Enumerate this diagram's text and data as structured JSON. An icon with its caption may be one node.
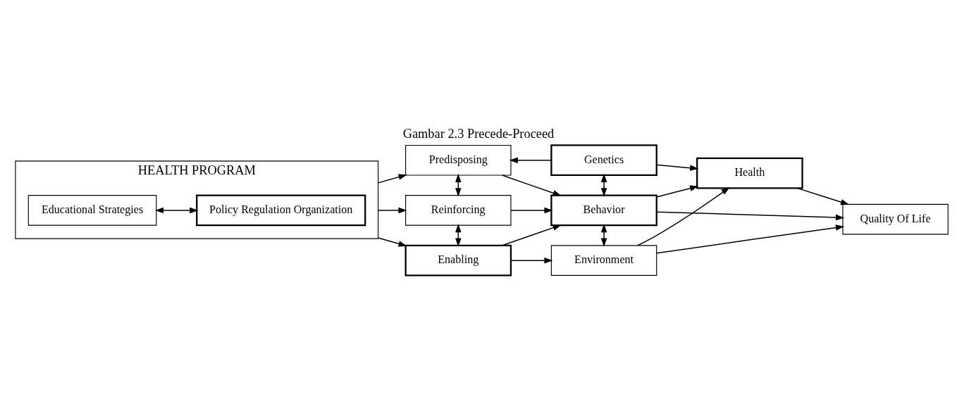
{
  "diagram": {
    "title": "Gambar 2.3 Precede-Proceed",
    "nodes": [
      {
        "text": [
          "HEALTH PROGRAM"
        ]
      },
      {
        "text": [
          "Educational Strategies"
        ],
        "in": 0
      },
      {
        "text": [
          "Policy Regulation Organization"
        ],
        "in": 0
      },
      {
        "text": [
          "Predisposing"
        ]
      },
      {
        "text": [
          "Genetics"
        ]
      },
      {
        "text": [
          "Reinforcing"
        ]
      },
      {
        "text": [
          "Behavior"
        ]
      },
      {
        "text": [
          "Enabling"
        ]
      },
      {
        "text": [
          "Environment"
        ]
      },
      {
        "text": [
          "Health"
        ]
      },
      {
        "text": [
          "Quality Of Life"
        ]
      }
    ],
    "edges": [
      {
        "from": 1,
        "to": 2,
        "arrow": "both"
      },
      {
        "from": 0,
        "to": 3,
        "arrow": "to"
      },
      {
        "from": 0,
        "to": 5,
        "arrow": "to"
      },
      {
        "from": 0,
        "to": 7,
        "arrow": "to"
      },
      {
        "from": 4,
        "to": 3,
        "arrow": "to"
      },
      {
        "from": 3,
        "to": 5,
        "arrow": "both"
      },
      {
        "from": 3,
        "to": 6,
        "arrow": "to"
      },
      {
        "from": 4,
        "to": 6,
        "arrow": "both"
      },
      {
        "from": 5,
        "to": 6,
        "arrow": "to"
      },
      {
        "from": 5,
        "to": 7,
        "arrow": "both"
      },
      {
        "from": 7,
        "to": 6,
        "arrow": "to"
      },
      {
        "from": 7,
        "to": 8,
        "arrow": "to"
      },
      {
        "from": 6,
        "to": 8,
        "arrow": "both"
      },
      {
        "from": 4,
        "to": 9,
        "arrow": "to"
      },
      {
        "from": 6,
        "to": 9,
        "arrow": "to"
      },
      {
        "from": 6,
        "to": 10,
        "arrow": "to"
      },
      {
        "from": 8,
        "to": 9,
        "arrow": "to"
      },
      {
        "from": 8,
        "to": 10,
        "arrow": "to"
      },
      {
        "from": 9,
        "to": 10,
        "arrow": "to"
      }
    ]
  }
}
